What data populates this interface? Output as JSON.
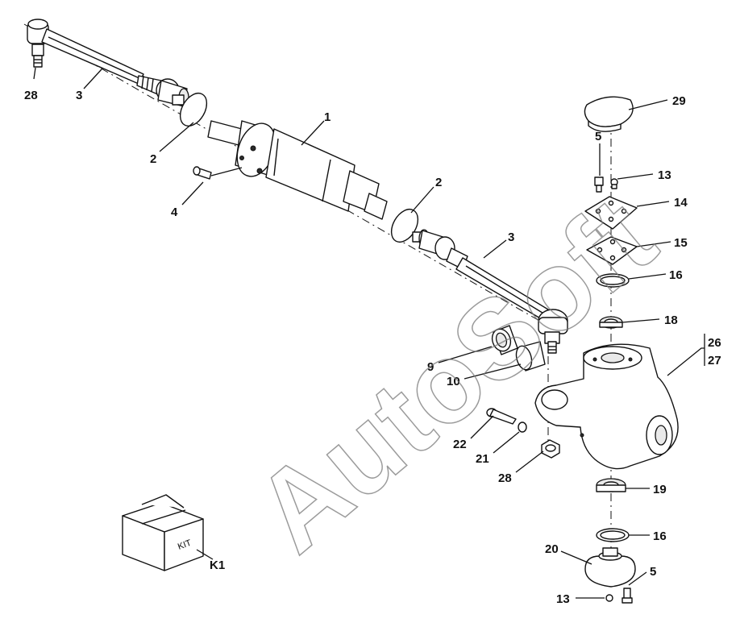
{
  "watermark": "AutoSoft",
  "kit": {
    "box_label": "KIT",
    "callout": "K1"
  },
  "callouts": {
    "c28a": "28",
    "c3a": "3",
    "c2a": "2",
    "c4": "4",
    "c1": "1",
    "c2b": "2",
    "c3b": "3",
    "c9": "9",
    "c10": "10",
    "c29": "29",
    "c5a": "5",
    "c13a": "13",
    "c14": "14",
    "c15": "15",
    "c16a": "16",
    "c18": "18",
    "c26": "26",
    "c27": "27",
    "c22": "22",
    "c21": "21",
    "c28b": "28",
    "c19": "19",
    "c16b": "16",
    "c20": "20",
    "c5b": "5",
    "c13b": "13"
  }
}
